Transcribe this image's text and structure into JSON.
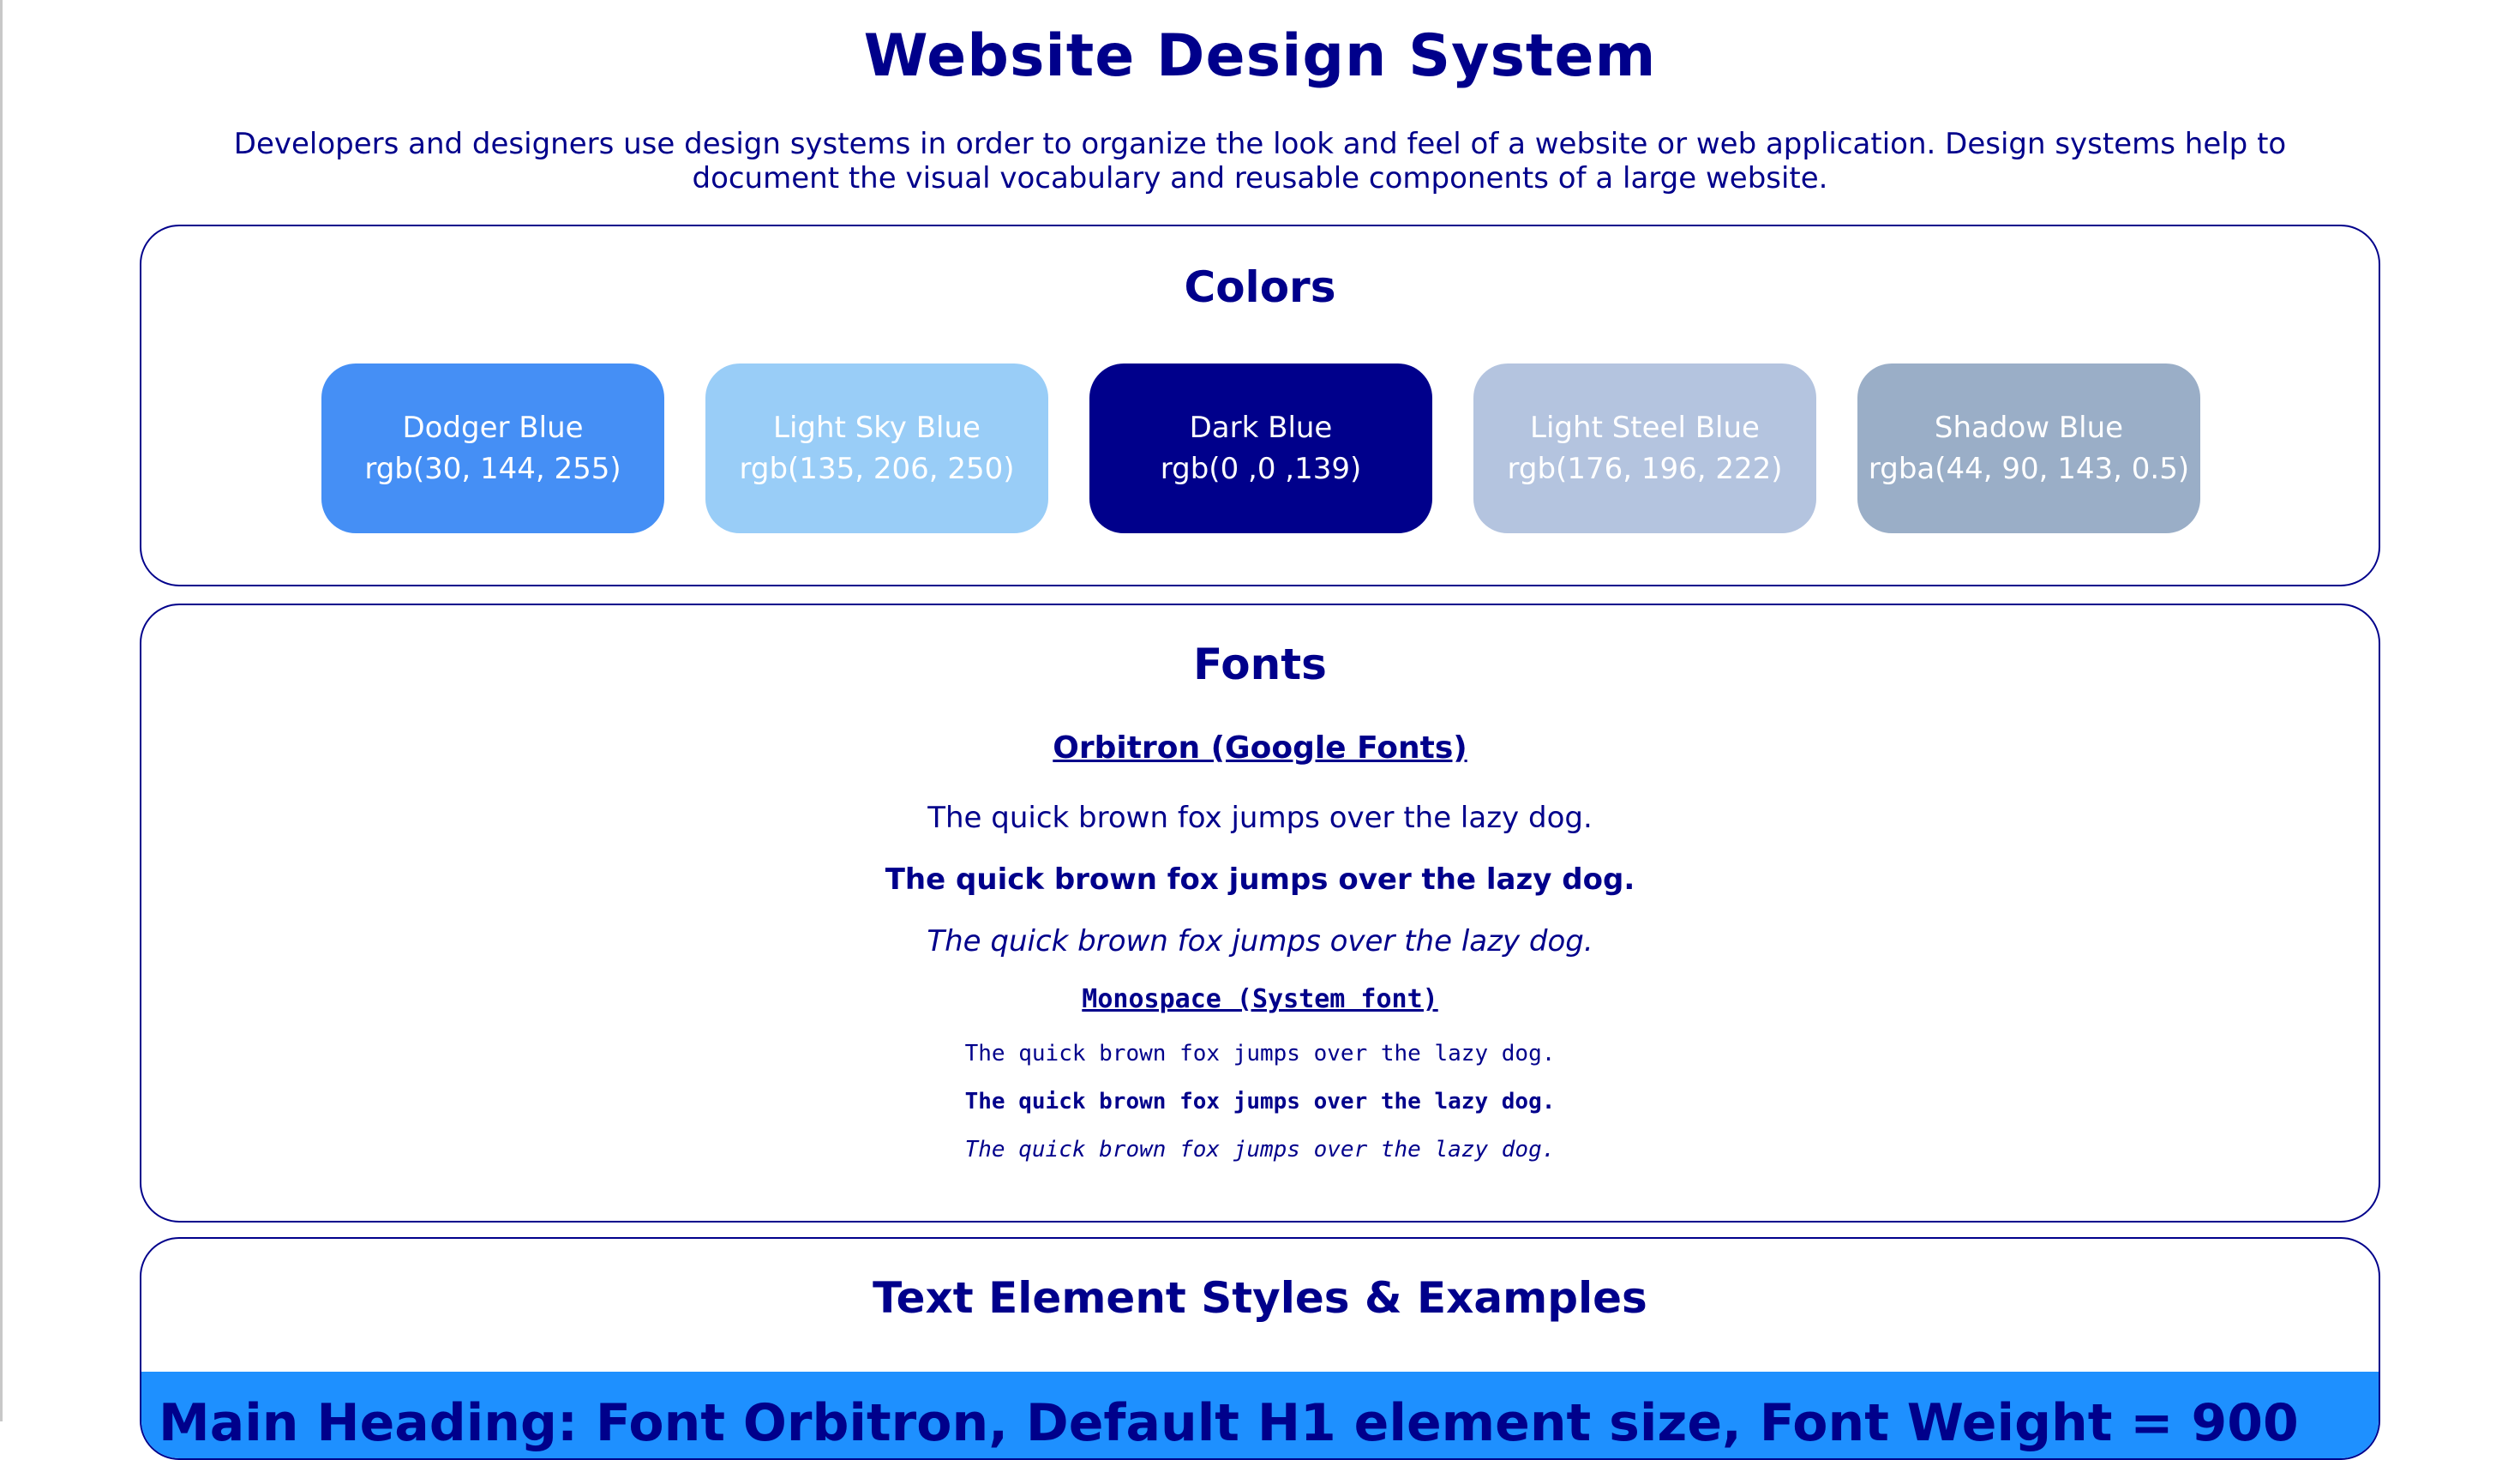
{
  "page": {
    "title": "Website Design System",
    "intro": "Developers and designers use design systems in order to organize the look and feel of a website or web application. Design systems help to document the visual vocabulary and reusable components of a large website."
  },
  "colors_section": {
    "title": "Colors",
    "swatches": [
      {
        "name": "Dodger Blue",
        "value": "rgb(30, 144, 255)",
        "color": "#458ff5"
      },
      {
        "name": "Light Sky Blue",
        "value": "rgb(135, 206, 250)",
        "color": "#99cdf7"
      },
      {
        "name": "Dark Blue",
        "value": "rgb(0 ,0 ,139)",
        "color": "#00008b"
      },
      {
        "name": "Light Steel Blue",
        "value": "rgb(176, 196, 222)",
        "color": "#b4c4df"
      },
      {
        "name": "Shadow Blue",
        "value": "rgba(44, 90, 143, 0.5)",
        "color": "#9aaec7"
      }
    ]
  },
  "fonts_section": {
    "title": "Fonts",
    "orbitron_heading": "Orbitron (Google Fonts)",
    "orbitron_regular": "The quick brown fox jumps over the lazy dog.",
    "orbitron_bold": "The quick brown fox jumps over the lazy dog.",
    "orbitron_italic": "The quick brown fox jumps over the lazy dog.",
    "mono_heading": "Monospace (System font)",
    "mono_regular": "The quick brown fox jumps over the lazy dog.",
    "mono_bold": "The quick brown fox jumps over the lazy dog.",
    "mono_italic": "The quick brown fox jumps over the lazy dog."
  },
  "text_section": {
    "title": "Text Element Styles & Examples",
    "h1_example": "Main Heading: Font Orbitron, Default H1 element size, Font Weight = 900"
  },
  "theme": {
    "primary": "#00008b",
    "accent": "#1e90ff",
    "border": "#00008b"
  }
}
